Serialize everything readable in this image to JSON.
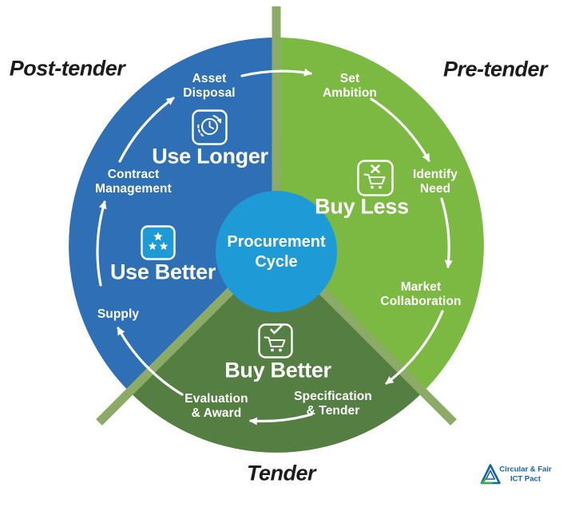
{
  "title": {
    "line1": "Procurement",
    "line2": "Cycle"
  },
  "phases": {
    "post_tender": {
      "label": "Post-tender"
    },
    "pre_tender": {
      "label": "Pre-tender"
    },
    "tender": {
      "label": "Tender"
    }
  },
  "strategies": {
    "use_longer": {
      "label": "Use Longer",
      "icon": "clock-history-icon"
    },
    "use_better": {
      "label": "Use Better",
      "icon": "three-stars-icon"
    },
    "buy_less": {
      "label": "Buy Less",
      "icon": "cart-x-icon"
    },
    "buy_better": {
      "label": "Buy Better",
      "icon": "cart-check-icon"
    }
  },
  "steps": {
    "asset_disposal": "Asset\nDisposal",
    "set_ambition": "Set\nAmbition",
    "identify_need": "Identify\nNeed",
    "market_collaboration": "Market\nCollaboration",
    "specification_tender": "Specification\n& Tender",
    "evaluation_award": "Evaluation\n& Award",
    "supply": "Supply",
    "contract_management": "Contract\nManagement"
  },
  "colors": {
    "post_tender_blue": "#2f6fb5",
    "pre_tender_green": "#7bb943",
    "tender_dark_green": "#557e42",
    "center_blue": "#1e9ad6",
    "spoke_green": "#8bab66",
    "arrow_white": "#ffffff",
    "logo_blue": "#1464ab",
    "logo_green": "#3faa4a"
  },
  "logo": {
    "name_line1": "Circular & Fair",
    "name_line2": "ICT Pact"
  }
}
